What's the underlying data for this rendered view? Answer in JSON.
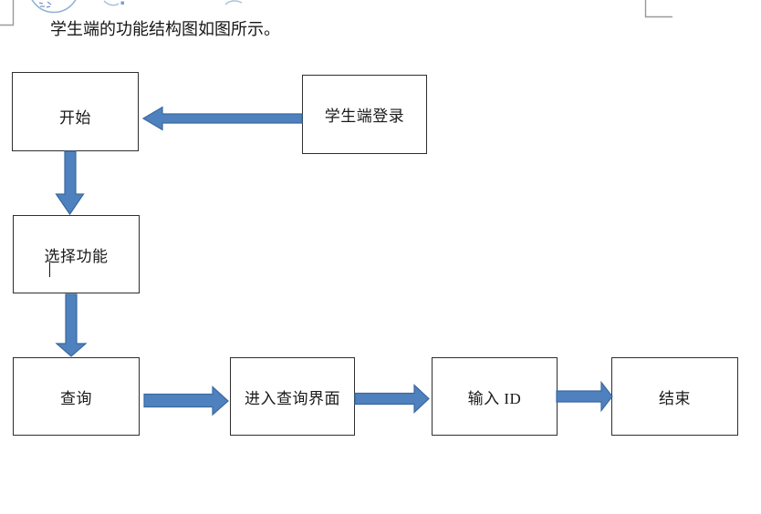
{
  "caption": "学生端的功能结构图如图所示。",
  "flowchart": {
    "nodes": [
      {
        "id": "start",
        "label": "开始"
      },
      {
        "id": "student-login",
        "label": "学生端登录"
      },
      {
        "id": "select-function",
        "label": "选择功能"
      },
      {
        "id": "query",
        "label": "查询"
      },
      {
        "id": "enter-query-ui",
        "label": "进入查询界面"
      },
      {
        "id": "input-id",
        "label": "输入 ID"
      },
      {
        "id": "end",
        "label": "结束"
      }
    ],
    "edges": [
      {
        "from": "student-login",
        "to": "start",
        "direction": "left"
      },
      {
        "from": "start",
        "to": "select-function",
        "direction": "down"
      },
      {
        "from": "select-function",
        "to": "query",
        "direction": "down"
      },
      {
        "from": "query",
        "to": "enter-query-ui",
        "direction": "right"
      },
      {
        "from": "enter-query-ui",
        "to": "input-id",
        "direction": "right"
      },
      {
        "from": "input-id",
        "to": "end",
        "direction": "right"
      }
    ],
    "colors": {
      "arrow_fill": "#4e81bd",
      "arrow_border": "#3a69a0",
      "box_border": "#2e2e2e",
      "box_fill": "#ffffff"
    }
  },
  "decorations": {
    "crop_marks": "gray-page-corner-marks",
    "stamp": "partial-blue-round-stamp",
    "pen_marks": "faint-blue-ink-strokes",
    "text_cursor": "insertion-caret-below-select-function"
  }
}
